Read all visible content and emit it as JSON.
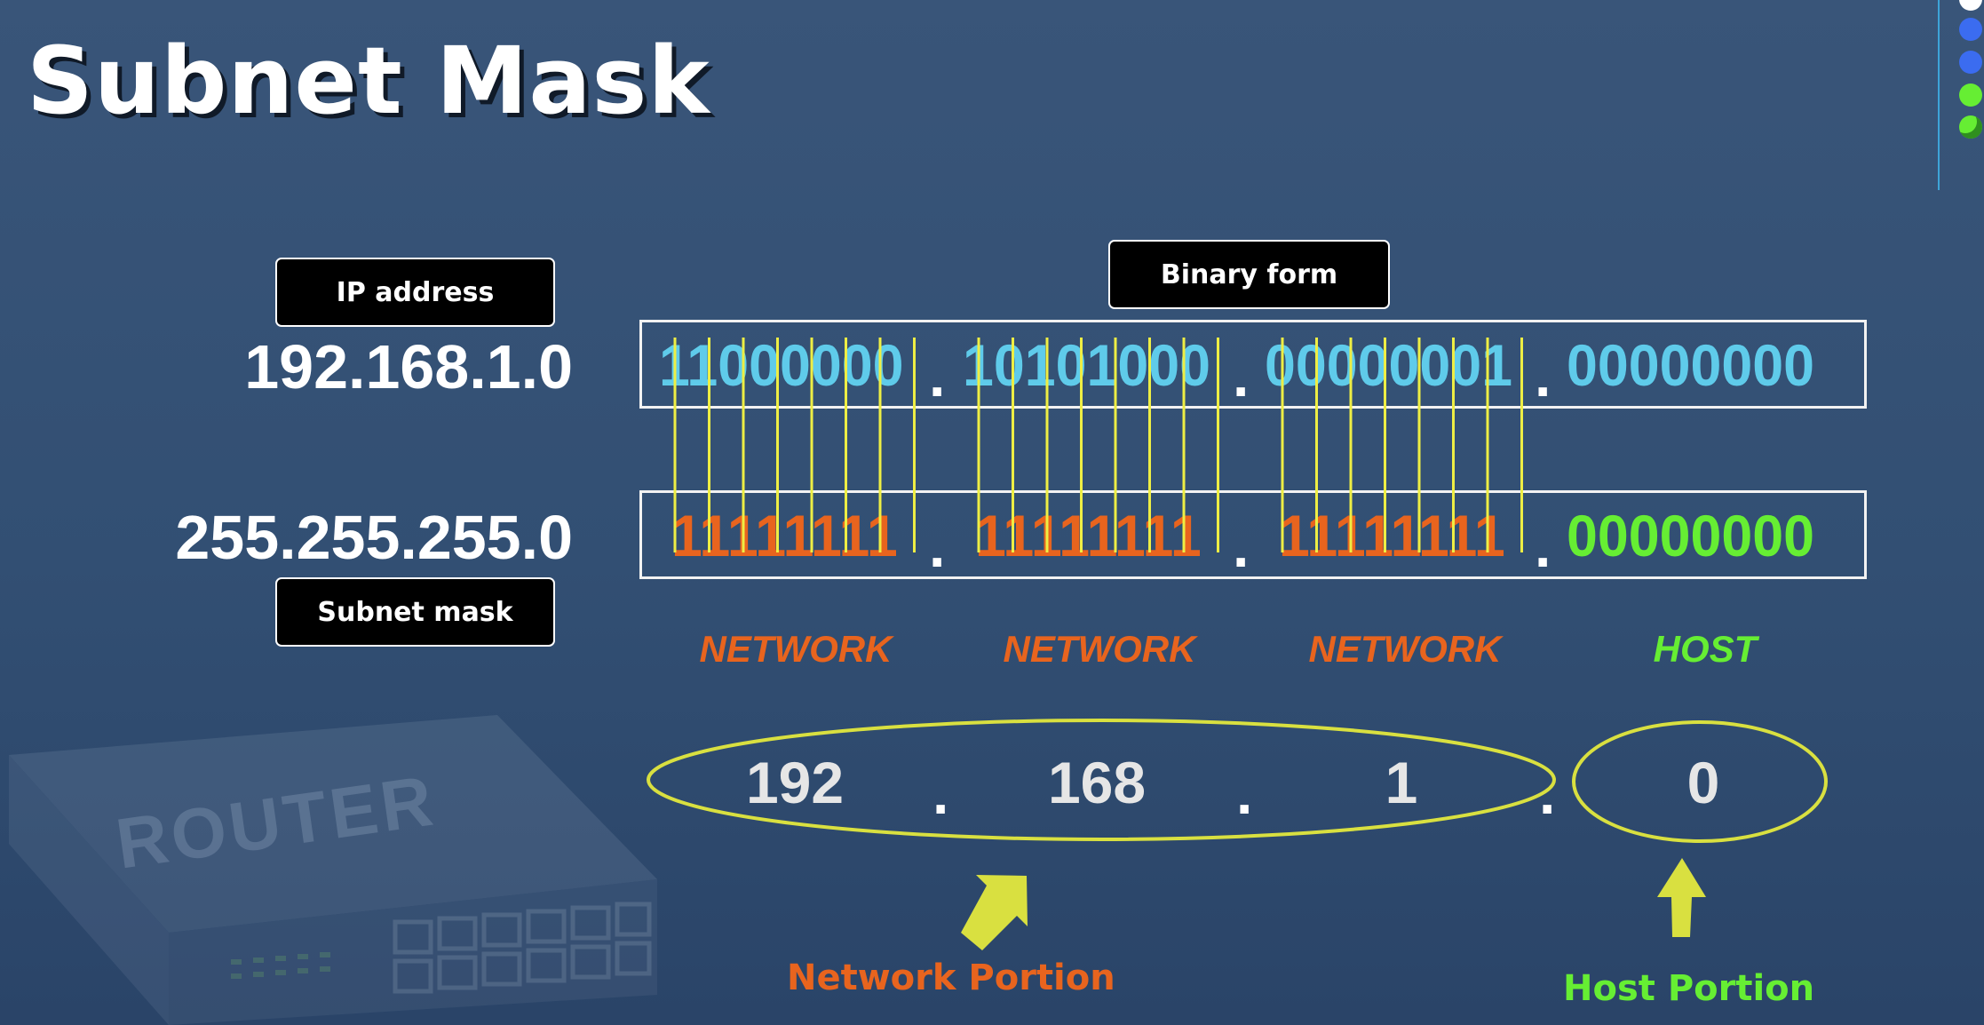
{
  "title": "Subnet Mask",
  "labels": {
    "ip_address": "IP address",
    "binary_form": "Binary form",
    "subnet_mask": "Subnet mask"
  },
  "ip": {
    "decimal": "192.168.1.0",
    "binary_octets": [
      "11000000",
      "10101000",
      "00000001",
      "00000000"
    ]
  },
  "mask": {
    "decimal": "255.255.255.0",
    "binary_octets": [
      "11111111",
      "11111111",
      "11111111",
      "00000000"
    ]
  },
  "separator": ".",
  "portions": [
    "NETWORK",
    "NETWORK",
    "NETWORK",
    "HOST"
  ],
  "octets": [
    "192",
    "168",
    "1",
    "0"
  ],
  "captions": {
    "network": "Network Portion",
    "host": "Host Portion"
  },
  "background_text": "ROUTER",
  "colors": {
    "ip_bits": "#5fcbea",
    "network": "#e8641e",
    "host": "#66ee33",
    "connector": "#eeee44",
    "ellipse": "#d9e040",
    "arrow": "#d9e040"
  }
}
